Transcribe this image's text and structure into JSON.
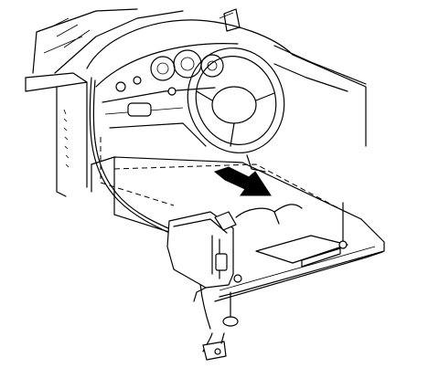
{
  "figure": {
    "style": "black line art, white background",
    "components": [
      "dashboard",
      "steering-wheel",
      "door-sill",
      "floor-pan",
      "seat-track",
      "harness-bracket",
      "ground-terminal",
      "wiring-harness",
      "direction-arrow"
    ],
    "arrow": {
      "icon": "arrow-right-icon",
      "color": "#000000"
    }
  }
}
